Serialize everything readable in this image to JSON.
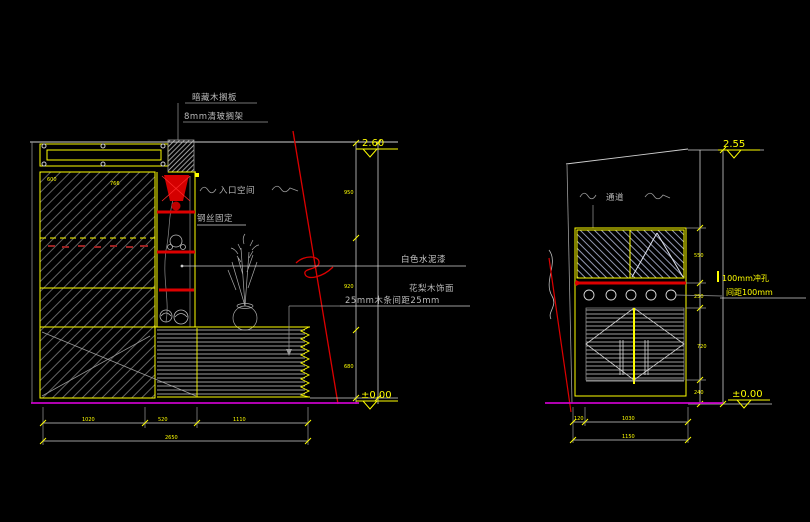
{
  "left_view": {
    "labels": {
      "note_top": "暗藏木搁板",
      "note_glass": "8mm清玻搁架",
      "entry": "入口空间",
      "wire": "钢丝固定",
      "paint": "白色水泥漆",
      "veneer": "花梨木饰面",
      "slats": "25mm木条间距25mm"
    },
    "level_top": "2.60",
    "level_floor": "±0.00",
    "dims_bottom": [
      "1020",
      "520",
      "1110"
    ],
    "dim_total": "2650",
    "dims_right": [
      "950",
      "920",
      "680"
    ],
    "dims_inner": [
      "600",
      "766"
    ]
  },
  "right_view": {
    "labels": {
      "passage": "通道",
      "holes1": "100mm冲孔",
      "holes2": "间距100mm"
    },
    "level_top": "2.55",
    "level_floor": "±0.00",
    "dims_bottom": [
      "120",
      "1030"
    ],
    "dim_total": "1150",
    "dims_right": [
      "550",
      "250",
      "720",
      "240"
    ]
  },
  "colors": {
    "background": "#000000",
    "line_yellow": "#ffff00",
    "line_white": "#cfcfcf",
    "accent_red": "#dd0000",
    "floor_magenta": "#c800c8",
    "label_gray": "#b9b9b9"
  }
}
